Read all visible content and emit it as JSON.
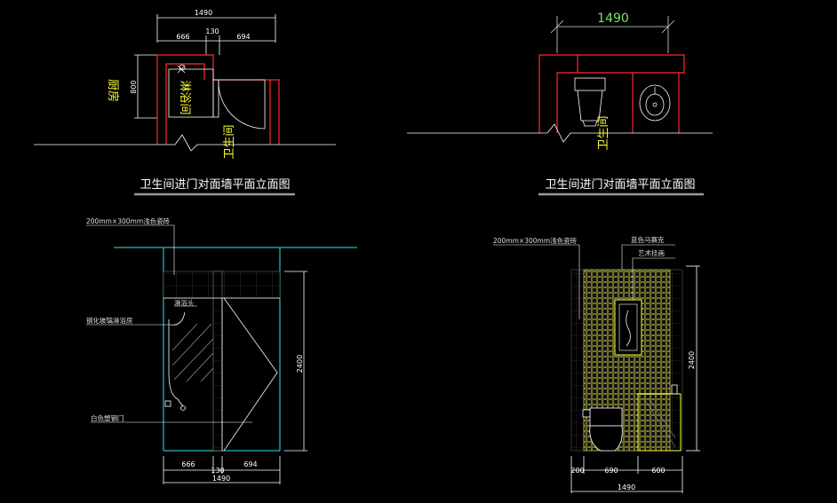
{
  "colors": {
    "wall": "#ff2a2a",
    "fixture": "#ffffff",
    "dimension": "#ffffff",
    "ground": "#ffffff",
    "cyan": "#33e6e6",
    "yellow": "#ffff33",
    "green_dim": "#7fe06a",
    "tile": "#7a7a30",
    "underline": "#9a9a9a"
  },
  "plan_left": {
    "dim_total": "1490",
    "dim_a": "666",
    "dim_b": "130",
    "dim_c": "694",
    "dim_height": "800",
    "label_kitchen": "厨房",
    "label_shower": "淋浴间",
    "label_bath": "卫生间"
  },
  "plan_right": {
    "dim_total": "1490",
    "label_bath": "卫生间"
  },
  "titles": {
    "left": "卫生间进门对面墙平面立面图",
    "right": "卫生间进门对面墙平面立面图"
  },
  "elev_left": {
    "note_tile": "200mm×300mm浅色瓷砖",
    "note_shower_head": "淋浴头",
    "note_glass": "钢化玻璃淋浴房",
    "note_door": "白色塑钢门",
    "dim_height": "2400",
    "dim_a": "666",
    "dim_b": "130",
    "dim_c": "694",
    "dim_total": "1490"
  },
  "elev_right": {
    "note_tile": "200mm×300mm浅色瓷砖",
    "note_mosaic": "蓝色马赛克",
    "note_mirror": "艺术挂画",
    "dim_height": "2400",
    "dim_a": "200",
    "dim_b": "690",
    "dim_c": "600",
    "dim_total": "1490"
  }
}
